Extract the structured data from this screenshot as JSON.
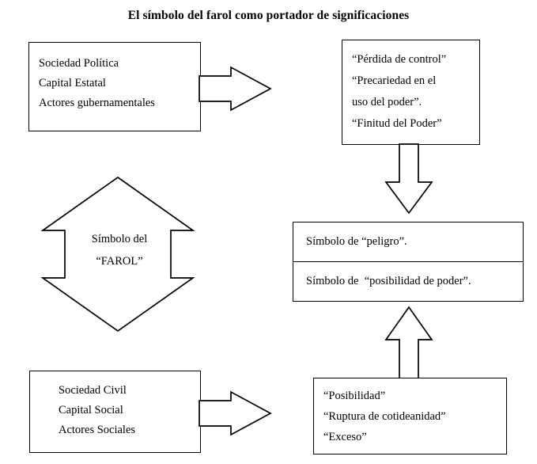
{
  "title": "El símbolo del farol como portador de significaciones",
  "colors": {
    "background": "#ffffff",
    "stroke": "#000000",
    "text": "#000000"
  },
  "boxes": {
    "top_left": {
      "name": "Sociedad Política / Capital Estatal / Actores gubernamentales",
      "lines": [
        "Sociedad Política",
        "Capital Estatal",
        "Actores gubernamentales"
      ]
    },
    "top_right": {
      "name": "Pérdida de control",
      "lines": [
        "“Pérdida de control”",
        "“Precariedad en el",
        "uso del poder”.",
        "“Finitud del Poder”"
      ]
    },
    "mid_right_upper": {
      "name": "Símbolo de peligro",
      "lines": [
        "Símbolo de “peligro”."
      ]
    },
    "mid_right_lower": {
      "name": "Símbolo de posibilidad de poder",
      "lines": [
        "Símbolo de  “posibilidad de poder”."
      ]
    },
    "bottom_left": {
      "name": "Sociedad Civil / Capital Social / Actores Sociales",
      "lines": [
        "Sociedad Civil",
        "Capital Social",
        "Actores Sociales"
      ]
    },
    "bottom_right": {
      "name": "Posibilidad / Ruptura / Exceso",
      "lines": [
        "“Posibilidad”",
        "“Ruptura de cotideanidad”",
        "“Exceso”"
      ]
    }
  },
  "center": {
    "lines": [
      "Símbolo del",
      "“FAROL”"
    ]
  },
  "arrows": {
    "top_right_arrow": "right-arrow-icon",
    "bottom_right_arrow": "right-arrow-icon",
    "down_arrow": "down-arrow-icon",
    "up_arrow": "up-arrow-icon",
    "center_double_arrow": "up-down-double-arrow-icon"
  }
}
